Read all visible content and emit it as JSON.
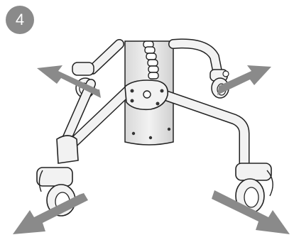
{
  "step": {
    "number": "4"
  },
  "colors": {
    "badge": "#8a8a8a",
    "arrow": "#8a8a8a",
    "line": "#222222",
    "metal": "#f2f2f2",
    "column": "#e6e6e6"
  },
  "arrows": [
    {
      "name": "arrow-up-left",
      "direction": "outward-back-left"
    },
    {
      "name": "arrow-up-right",
      "direction": "outward-back-right"
    },
    {
      "name": "arrow-down-left",
      "direction": "outward-front-left"
    },
    {
      "name": "arrow-down-right",
      "direction": "outward-front-right"
    }
  ],
  "casters": [
    {
      "name": "caster-back-left"
    },
    {
      "name": "caster-back-right"
    },
    {
      "name": "caster-front-left"
    },
    {
      "name": "caster-front-right"
    }
  ]
}
